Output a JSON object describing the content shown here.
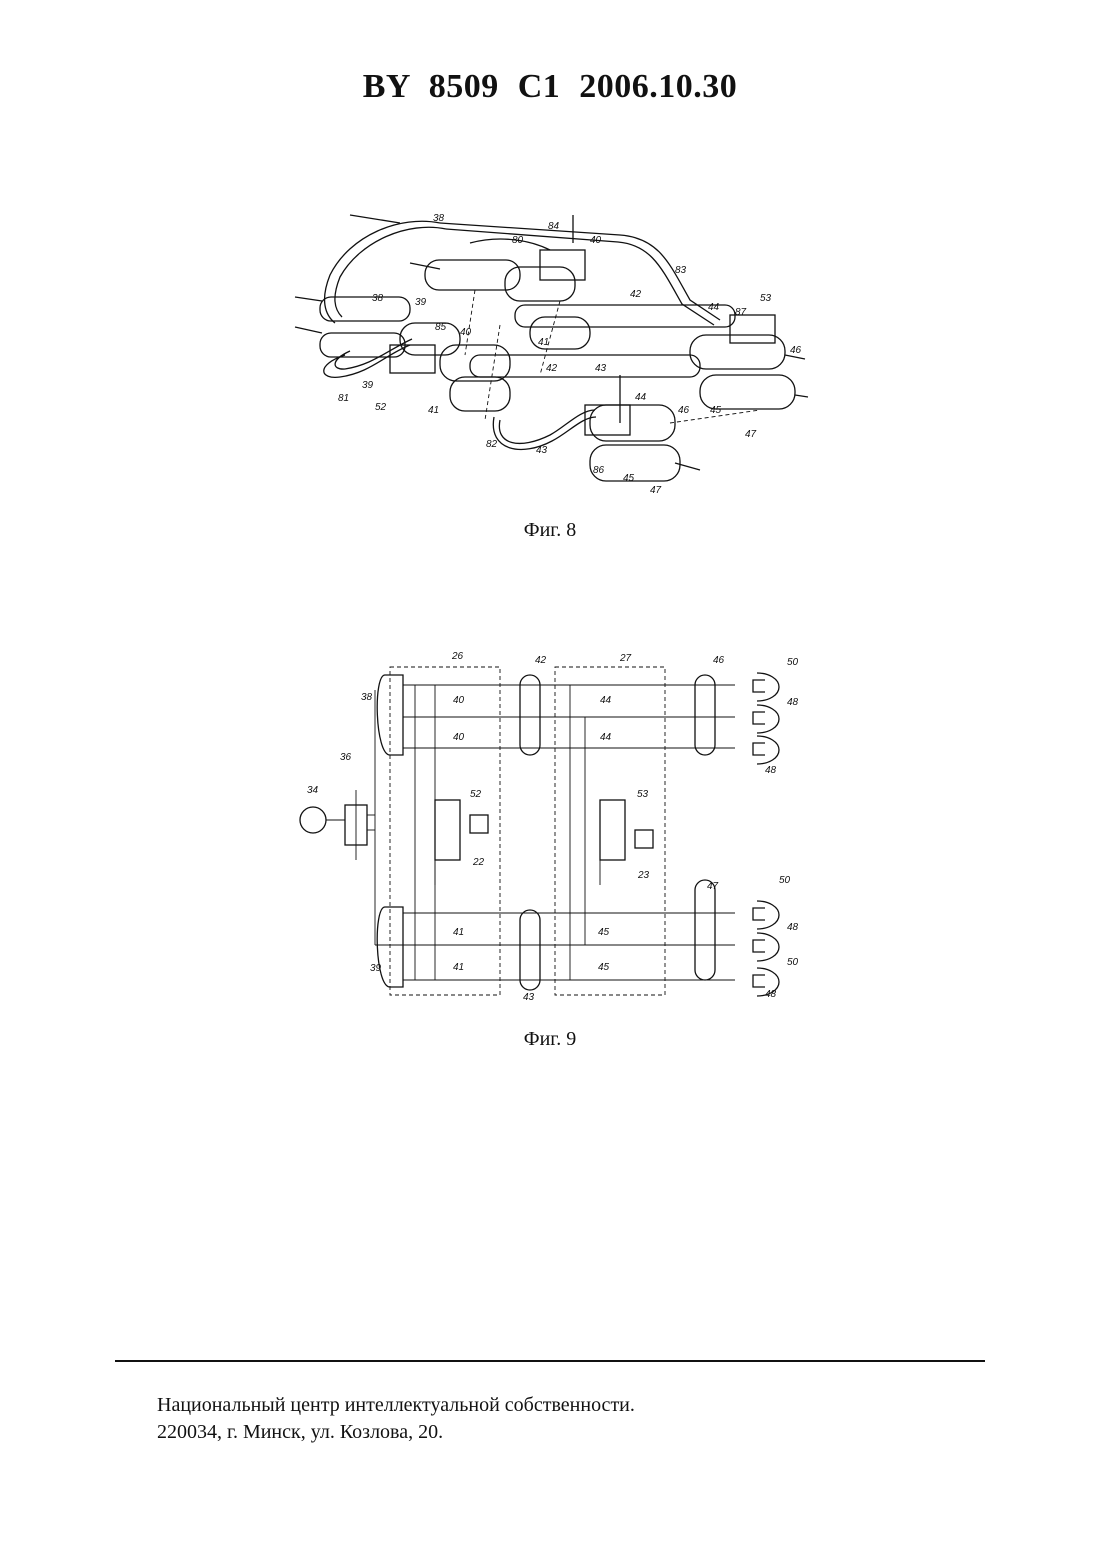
{
  "header": {
    "title": "BY  8509  C1  2006.10.30"
  },
  "figure8": {
    "caption": "Фиг. 8",
    "labels": [
      "38",
      "80",
      "84",
      "40",
      "83",
      "53",
      "87",
      "44",
      "46",
      "42",
      "39",
      "38",
      "85",
      "40",
      "41",
      "42",
      "43",
      "44",
      "46",
      "45",
      "47",
      "81",
      "39",
      "52",
      "41",
      "82",
      "43",
      "86",
      "45",
      "47"
    ]
  },
  "figure9": {
    "caption": "Фиг. 9",
    "labels": [
      "26",
      "42",
      "27",
      "46",
      "50",
      "48",
      "38",
      "40",
      "44",
      "40",
      "44",
      "48",
      "36",
      "34",
      "52",
      "53",
      "22",
      "23",
      "47",
      "50",
      "48",
      "41",
      "45",
      "39",
      "41",
      "45",
      "50",
      "43",
      "48"
    ]
  },
  "footer": {
    "line1": "Национальный центр интеллектуальной собственности.",
    "line2": "220034, г. Минск, ул. Козлова, 20."
  }
}
